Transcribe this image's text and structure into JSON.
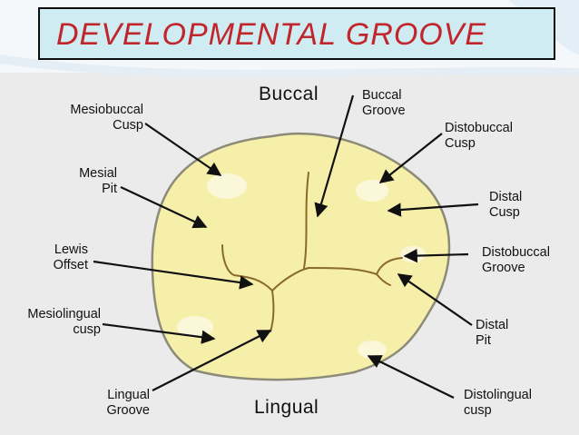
{
  "title": "DEVELOPMENTAL GROOVE",
  "orientation": {
    "top": "Buccal",
    "bottom": "Lingual"
  },
  "labels": {
    "mesiobuccal_cusp": [
      "Mesiobuccal",
      "Cusp"
    ],
    "mesial_pit": [
      "Mesial",
      "Pit"
    ],
    "lewis_offset": [
      "Lewis",
      "Offset"
    ],
    "mesiolingual_cusp": [
      "Mesiolingual",
      "cusp"
    ],
    "lingual_groove": [
      "Lingual",
      "Groove"
    ],
    "buccal_groove": [
      "Buccal",
      "Groove"
    ],
    "distobuccal_cusp": [
      "Distobuccal",
      "Cusp"
    ],
    "distal_cusp": [
      "Distal",
      "Cusp"
    ],
    "distobuccal_groove": [
      "Distobuccal",
      "Groove"
    ],
    "distal_pit": [
      "Distal",
      "Pit"
    ],
    "distolingual_cusp": [
      "Distolingual",
      "cusp"
    ]
  },
  "colors": {
    "title_text": "#c0262b",
    "title_bg": "#d0ecf3",
    "tooth_fill": "#f5efaa",
    "tooth_outline": "#8c8a78",
    "groove": "#8a6a2a",
    "arrow": "#111111"
  }
}
